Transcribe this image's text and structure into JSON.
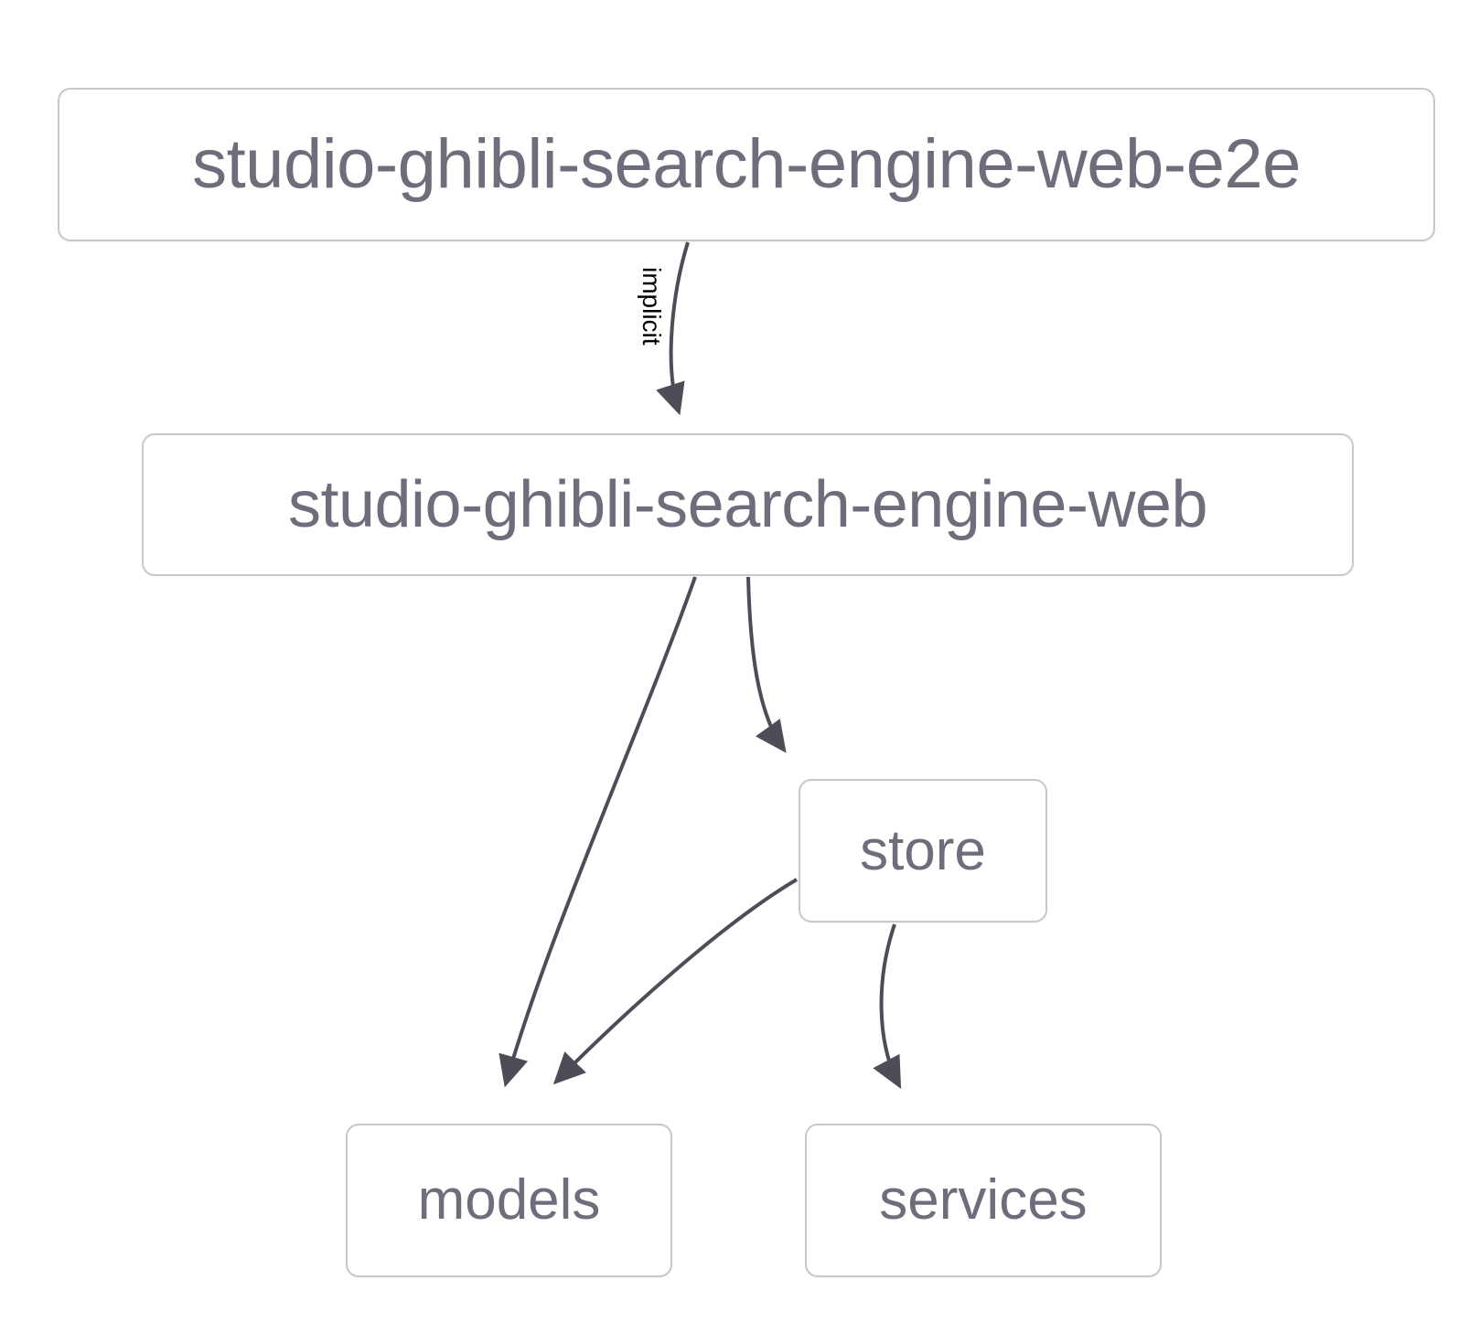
{
  "diagram": {
    "type": "dependency-graph",
    "title": "",
    "background_color": "#ffffff",
    "node_border_color": "#c8c8cc",
    "node_text_color": "#6d6d7c",
    "edge_color": "#4d4d58",
    "edge_label_color": "#000000",
    "nodes": [
      {
        "id": "root",
        "label": "studio-ghibli-search-engine-web-e2e"
      },
      {
        "id": "web",
        "label": "studio-ghibli-search-engine-web"
      },
      {
        "id": "store",
        "label": "store"
      },
      {
        "id": "models",
        "label": "models"
      },
      {
        "id": "services",
        "label": "services"
      }
    ],
    "edges": [
      {
        "from": "root",
        "to": "web",
        "label": "implicit"
      },
      {
        "from": "web",
        "to": "models",
        "label": ""
      },
      {
        "from": "web",
        "to": "store",
        "label": ""
      },
      {
        "from": "store",
        "to": "models",
        "label": ""
      },
      {
        "from": "store",
        "to": "services",
        "label": ""
      }
    ]
  }
}
